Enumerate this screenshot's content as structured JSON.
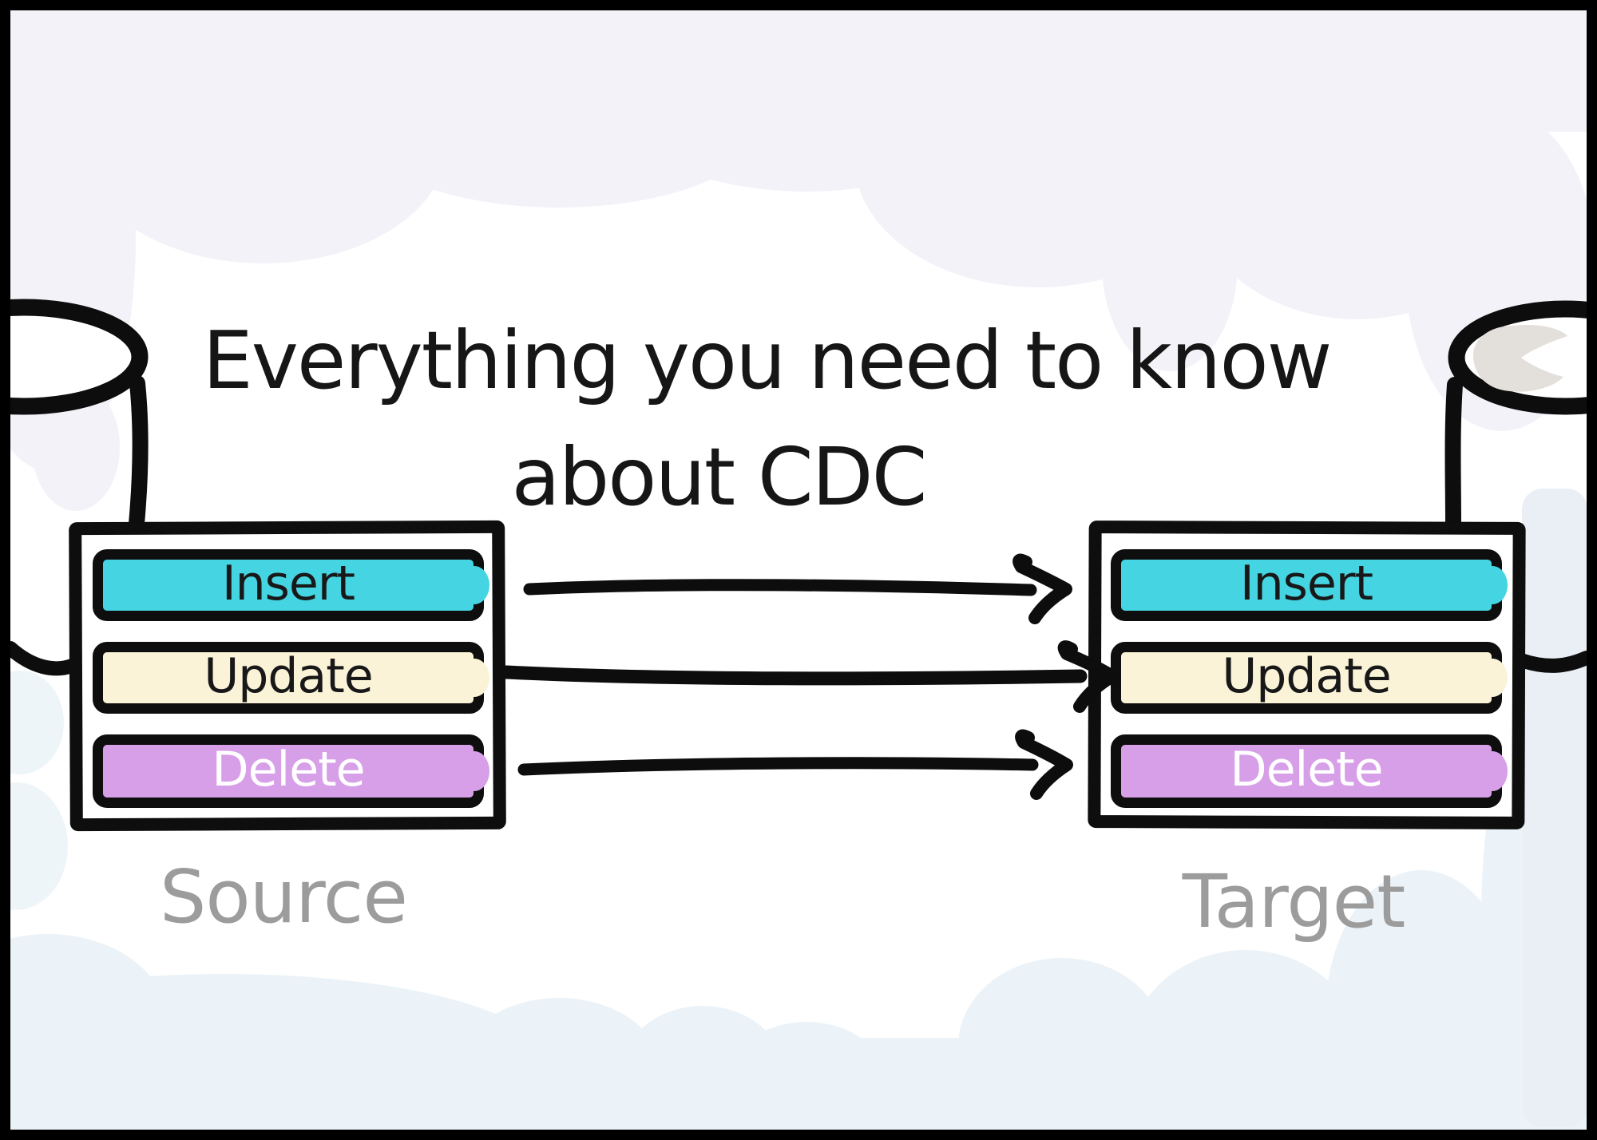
{
  "title": {
    "line1": "Everything you need to know",
    "line2": "about CDC"
  },
  "source_box": {
    "label": "Source",
    "rows": [
      {
        "label": "Insert",
        "fill": "#45d5e2",
        "text_color": "#181818"
      },
      {
        "label": "Update",
        "fill": "#faf3d8",
        "text_color": "#181818"
      },
      {
        "label": "Delete",
        "fill": "#d79fe8",
        "text_color": "#ffffff"
      }
    ]
  },
  "target_box": {
    "label": "Target",
    "rows": [
      {
        "label": "Insert",
        "fill": "#45d5e2",
        "text_color": "#181818"
      },
      {
        "label": "Update",
        "fill": "#faf3d8",
        "text_color": "#181818"
      },
      {
        "label": "Delete",
        "fill": "#d79fe8",
        "text_color": "#ffffff"
      }
    ]
  },
  "colors": {
    "ink": "#0e0e0e",
    "label_gray": "#9c9c9c",
    "cloud_top": "#f4f2f9",
    "cloud_bottom": "#ebf3f8",
    "right_column": "#e9eff5",
    "cylinder_smudge": "#e3dfdb",
    "canvas": "#ffffff"
  }
}
